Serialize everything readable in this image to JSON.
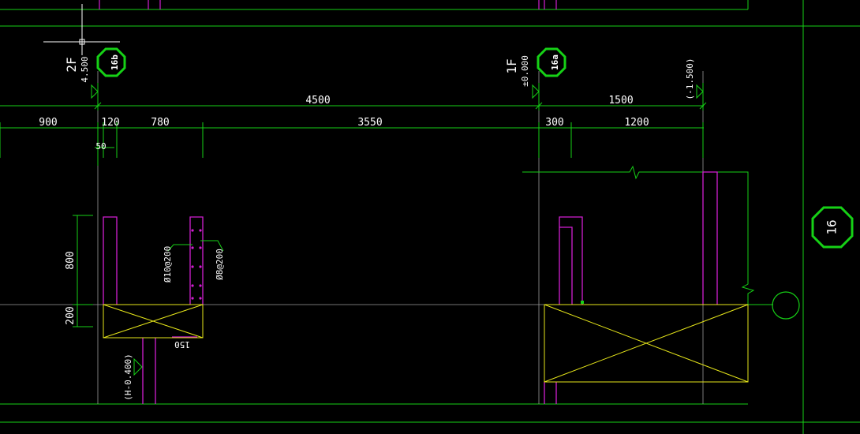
{
  "drawing": {
    "levels": {
      "level_2f": "2F",
      "elev_2f": "4.500",
      "level_1f": "1F",
      "elev_1f": "±0.000",
      "elev_neg1500": "(-1.500)",
      "elev_neg400": "(H-0.400)"
    },
    "tags": {
      "tag_left": "16b",
      "tag_mid": "16a",
      "axis_big": "16"
    },
    "dims_top": {
      "d4500": "4500",
      "d1500": "1500"
    },
    "dims_row2": {
      "d900": "900",
      "d120": "120",
      "d780": "780",
      "d3550": "3550",
      "d300": "300",
      "d1200": "1200",
      "d50": "50"
    },
    "dims_vertical": {
      "d800": "800",
      "d200": "200"
    },
    "rebar_labels": {
      "left": "Ø10@200",
      "right": "Ø8@200",
      "bottom": "150"
    }
  }
}
